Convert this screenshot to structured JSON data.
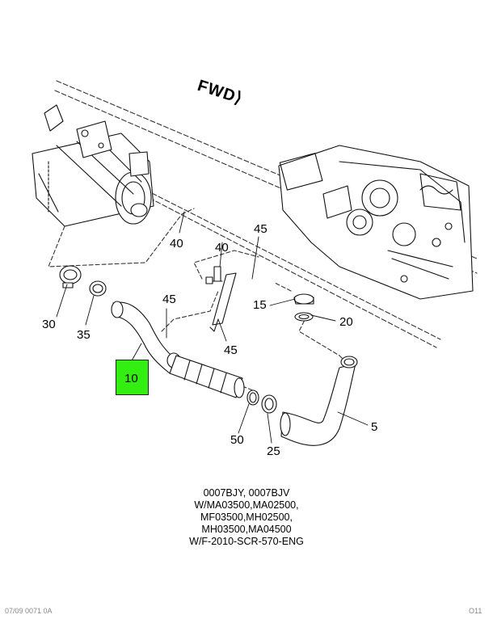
{
  "diagram": {
    "direction_marker": "FWD",
    "callouts": {
      "c40a": "40",
      "c40b": "40",
      "c45a": "45",
      "c45b": "45",
      "c45c": "45",
      "c30": "30",
      "c35": "35",
      "c10": "10",
      "c15": "15",
      "c20": "20",
      "c50": "50",
      "c25": "25",
      "c5": "5"
    },
    "highlighted_part": "10",
    "highlight_color": "#33ee11",
    "caption_lines": [
      "0007BJY, 0007BJV",
      "W/MA03500,MA02500,",
      "MF03500,MH02500,",
      "MH03500,MA04500",
      "W/F-2010-SCR-570-ENG"
    ]
  },
  "footer": {
    "left_text": "07/09 0071 0A",
    "right_text": "O11"
  }
}
